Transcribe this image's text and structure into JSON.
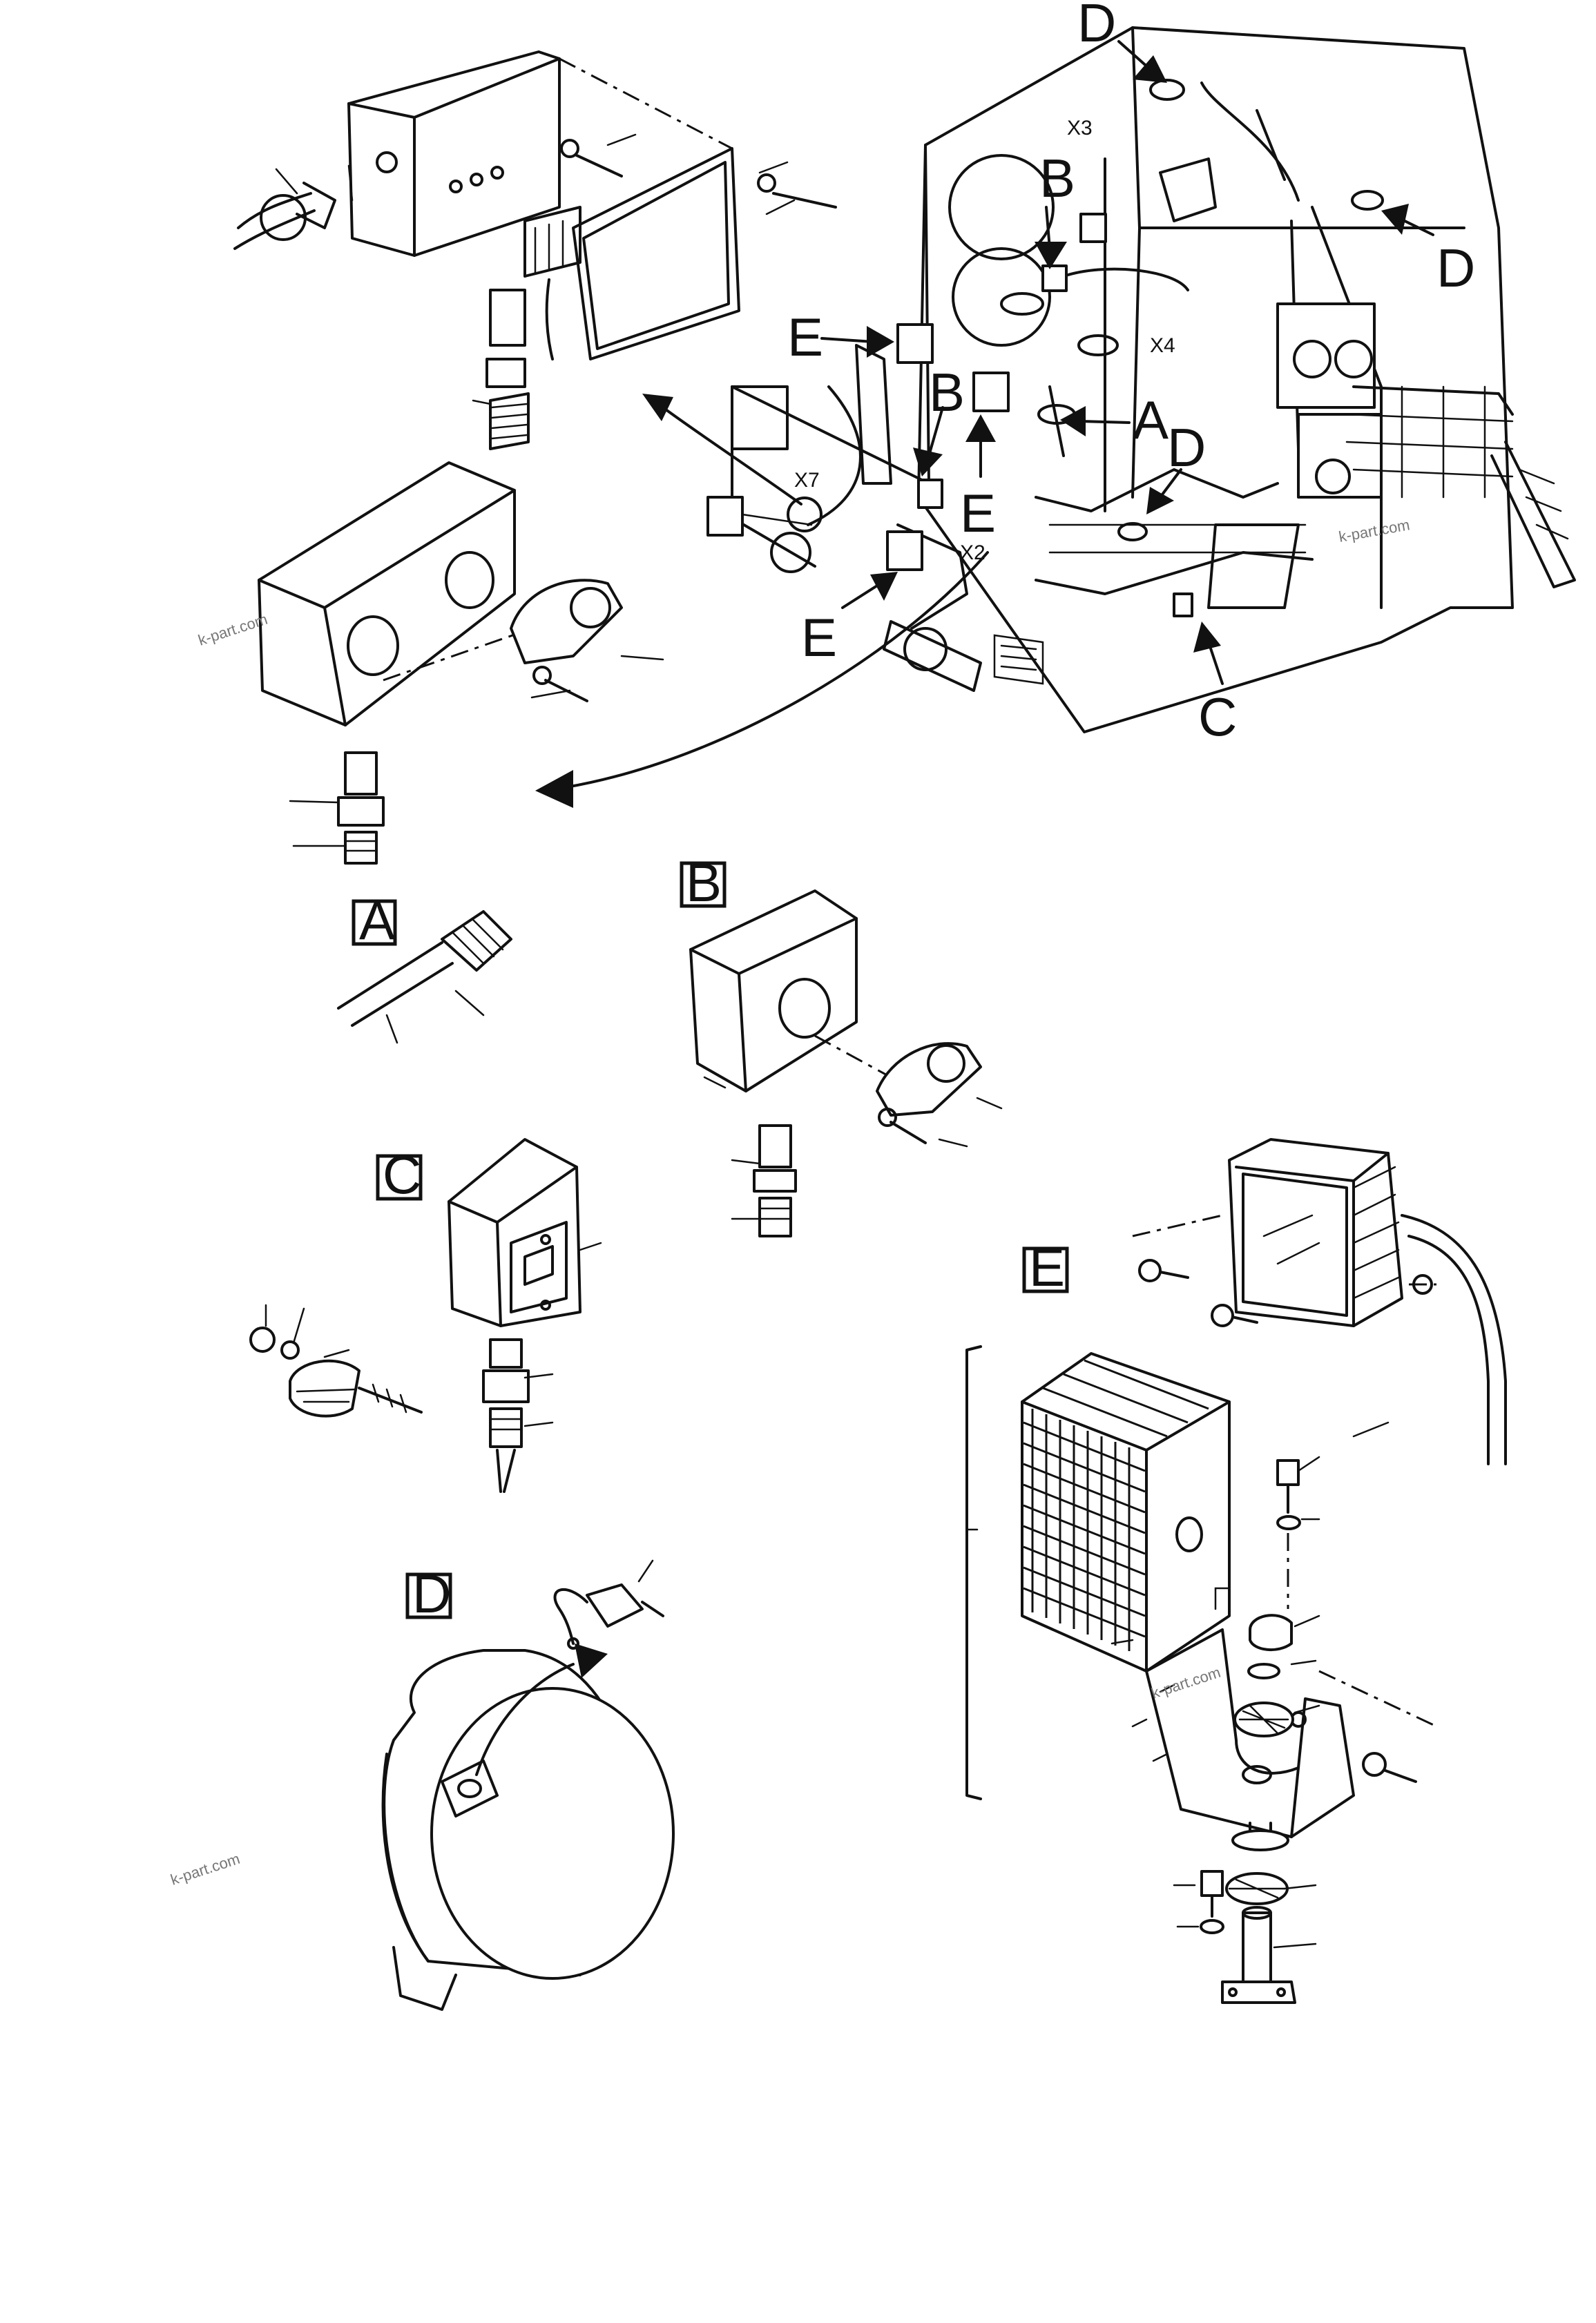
{
  "callouts": {
    "a": "A",
    "b": "B",
    "c": "C",
    "d": "D",
    "e": "E"
  },
  "connectors": {
    "x2": "X2",
    "x3": "X3",
    "x4": "X4",
    "x7": "X7"
  },
  "watermark": "k-part.com"
}
